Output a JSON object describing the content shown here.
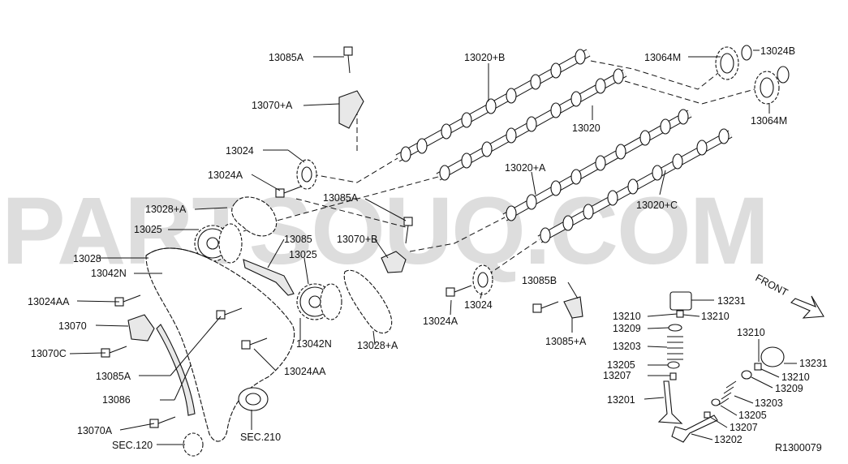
{
  "watermark": "PARTSOUQ.COM",
  "ref_code": "R1300079",
  "front_label": "FRONT",
  "labels": {
    "p13085A": "13085A",
    "p13070A_top": "13070+A",
    "p13020B": "13020+B",
    "p13064M_top": "13064M",
    "p13024B": "13024B",
    "p13064M_r": "13064M",
    "p13020": "13020",
    "p13024_top": "13024",
    "p13024A_top": "13024A",
    "p13028A_top": "13028+A",
    "p13085A_mid": "13085A",
    "p13020A": "13020+A",
    "p13020C": "13020+C",
    "p13025_l": "13025",
    "p13085": "13085",
    "p13070B": "13070+B",
    "p13028": "13028",
    "p13025_c": "13025",
    "p13042N_l": "13042N",
    "p13024AA_l": "13024AA",
    "p13070": "13070",
    "p13070C": "13070C",
    "p13042N_c": "13042N",
    "p13028A_bot": "13028+A",
    "p13085A_low": "13085A",
    "p13024AA_c": "13024AA",
    "p13086": "13086",
    "p13070A_low": "13070A",
    "sec120": "SEC.120",
    "sec210": "SEC.210",
    "p13024A_bot": "13024A",
    "p13024_bot": "13024",
    "p13085B": "13085B",
    "p13085A_r": "13085+A",
    "p13231_l": "13231",
    "p13210_l1": "13210",
    "p13210_l2": "13210",
    "p13209_l": "13209",
    "p13203_l": "13203",
    "p13205_l": "13205",
    "p13207_l": "13207",
    "p13201": "13201",
    "p13210_r1": "13210",
    "p13231_r": "13231",
    "p13210_r2": "13210",
    "p13209_r": "13209",
    "p13203_r": "13203",
    "p13205_r": "13205",
    "p13207_r": "13207",
    "p13202": "13202"
  }
}
